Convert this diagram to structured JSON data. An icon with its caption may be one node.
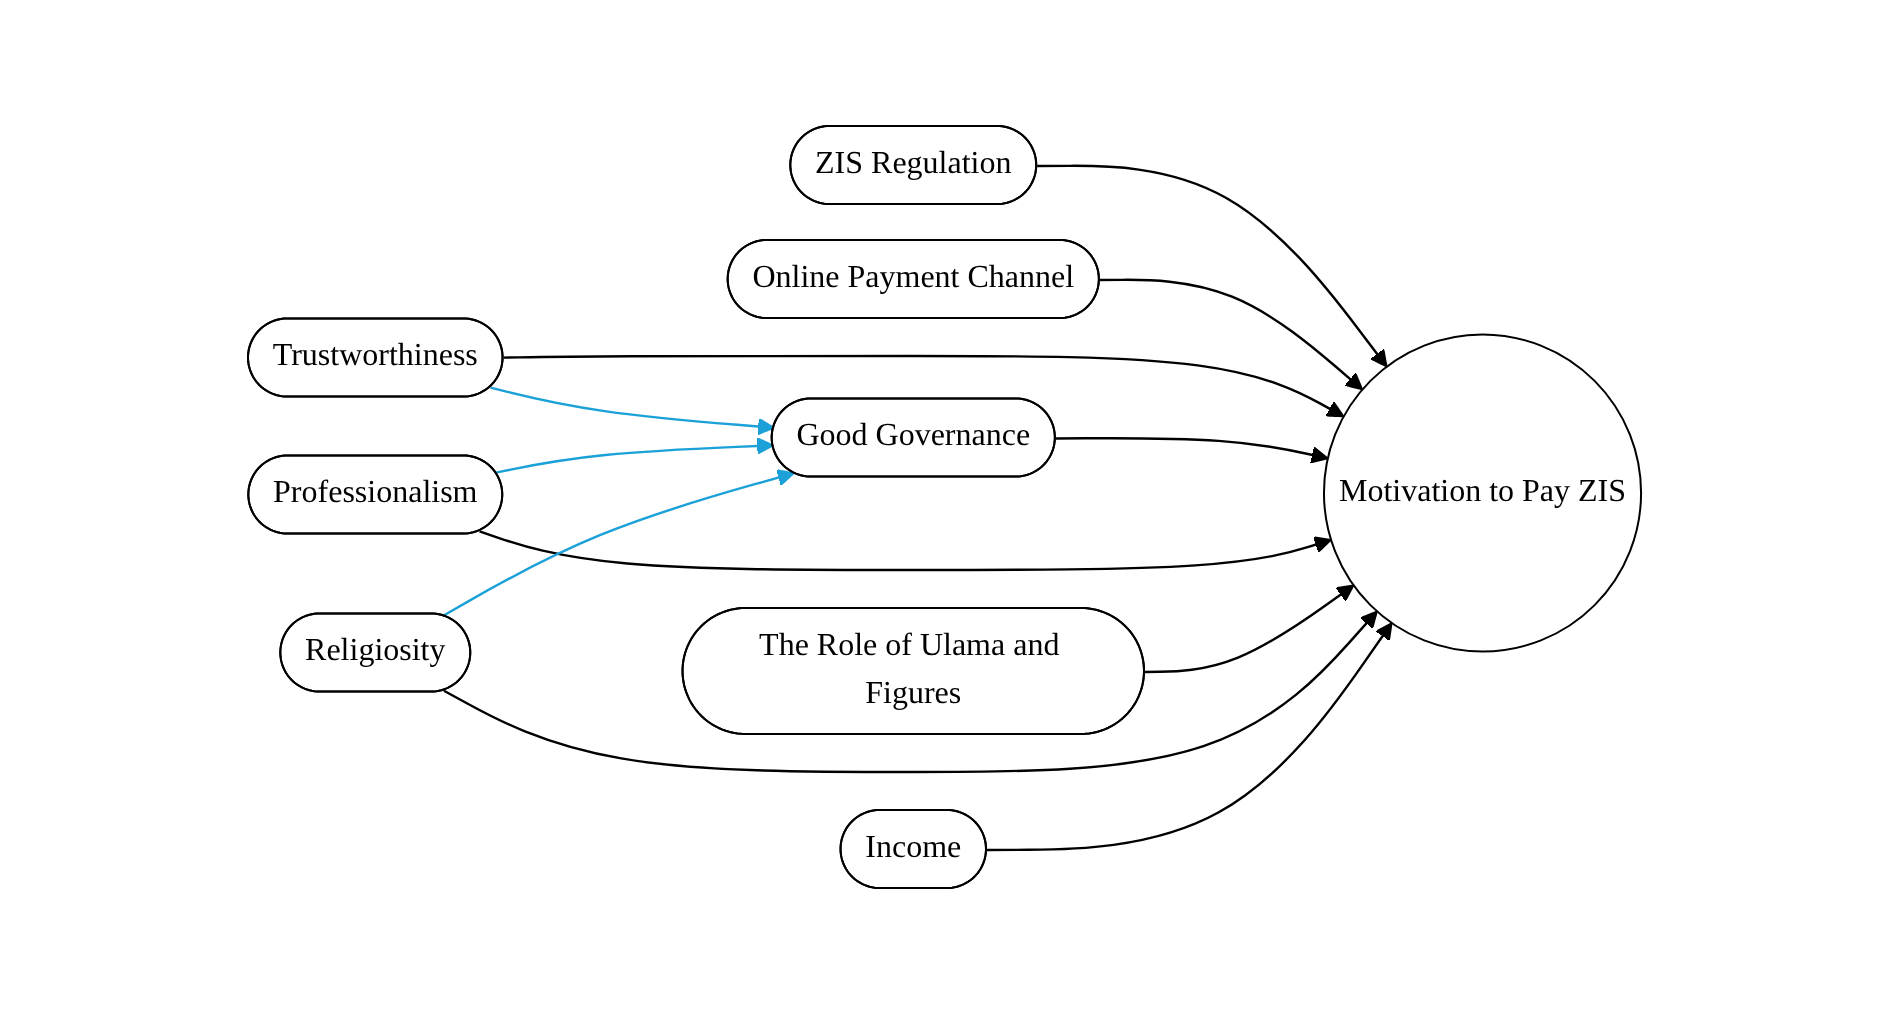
{
  "diagram": {
    "nodes": [
      {
        "text": [
          "ZIS Regulation"
        ]
      },
      {
        "text": [
          "Online Payment Channel"
        ]
      },
      {
        "text": [
          "Trustworthiness"
        ]
      },
      {
        "text": [
          "Good Governance"
        ]
      },
      {
        "text": [
          "Motivation to Pay ZIS"
        ]
      },
      {
        "text": [
          "Professionalism"
        ]
      },
      {
        "text": [
          "The Role of Ulama and Figures"
        ]
      },
      {
        "text": [
          "Religiosity"
        ]
      },
      {
        "text": [
          "Income"
        ]
      }
    ],
    "edges": [
      {
        "from": 0,
        "to": 4,
        "arrow": "to"
      },
      {
        "from": 1,
        "to": 4,
        "arrow": "to"
      },
      {
        "from": 2,
        "to": 4,
        "arrow": "to"
      },
      {
        "from": 2,
        "to": 3,
        "arrow": "to",
        "color": "#1ba1d8"
      },
      {
        "from": 3,
        "to": 4,
        "arrow": "to"
      },
      {
        "from": 5,
        "to": 3,
        "arrow": "to",
        "color": "#1ba1d8"
      },
      {
        "from": 5,
        "to": 4,
        "arrow": "to"
      },
      {
        "from": 6,
        "to": 4,
        "arrow": "to"
      },
      {
        "from": 7,
        "to": 3,
        "arrow": "to",
        "color": "#1ba1d8"
      },
      {
        "from": 7,
        "to": 4,
        "arrow": "to"
      },
      {
        "from": 8,
        "to": 4,
        "arrow": "to"
      }
    ]
  }
}
